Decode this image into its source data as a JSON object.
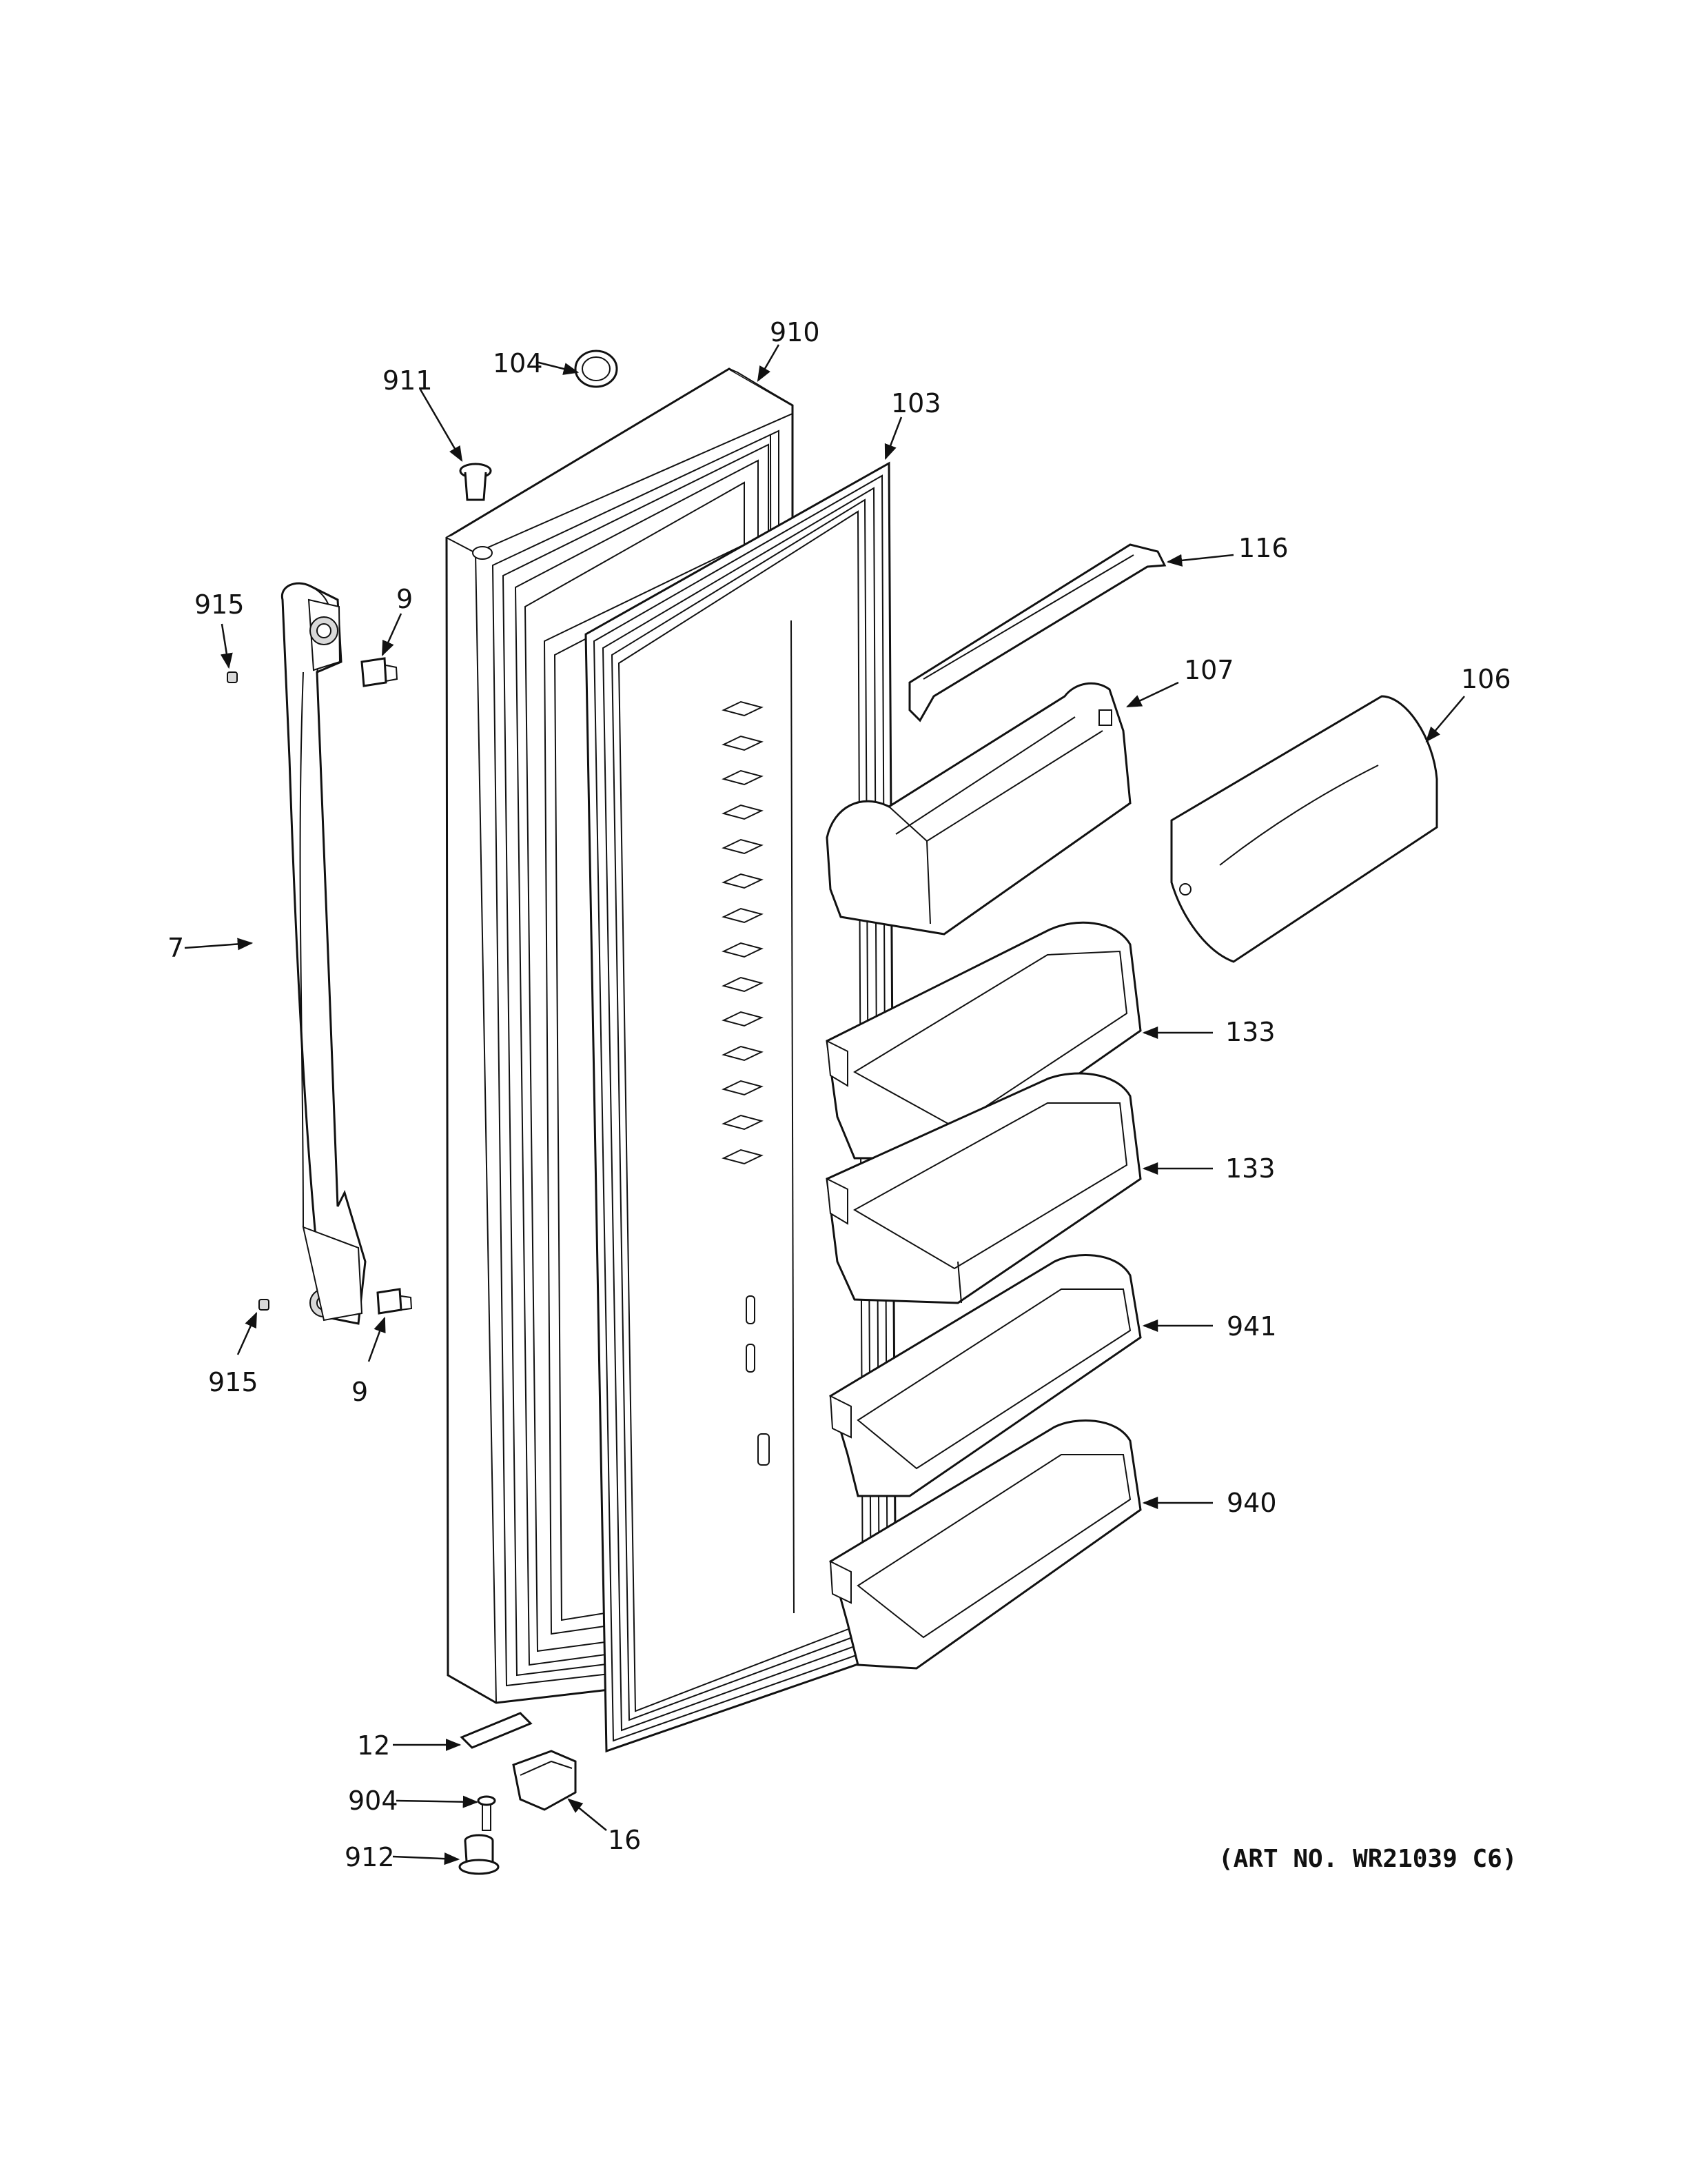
{
  "callouts": {
    "c911": "911",
    "c104": "104",
    "c910": "910",
    "c103": "103",
    "c116": "116",
    "c915a": "915",
    "c9a": "9",
    "c107": "107",
    "c106": "106",
    "c7": "7",
    "c133a": "133",
    "c133b": "133",
    "c915b": "915",
    "c9b": "9",
    "c941": "941",
    "c940": "940",
    "c12": "12",
    "c904": "904",
    "c16": "16",
    "c912": "912"
  },
  "art_number": "(ART NO. WR21039 C6)"
}
